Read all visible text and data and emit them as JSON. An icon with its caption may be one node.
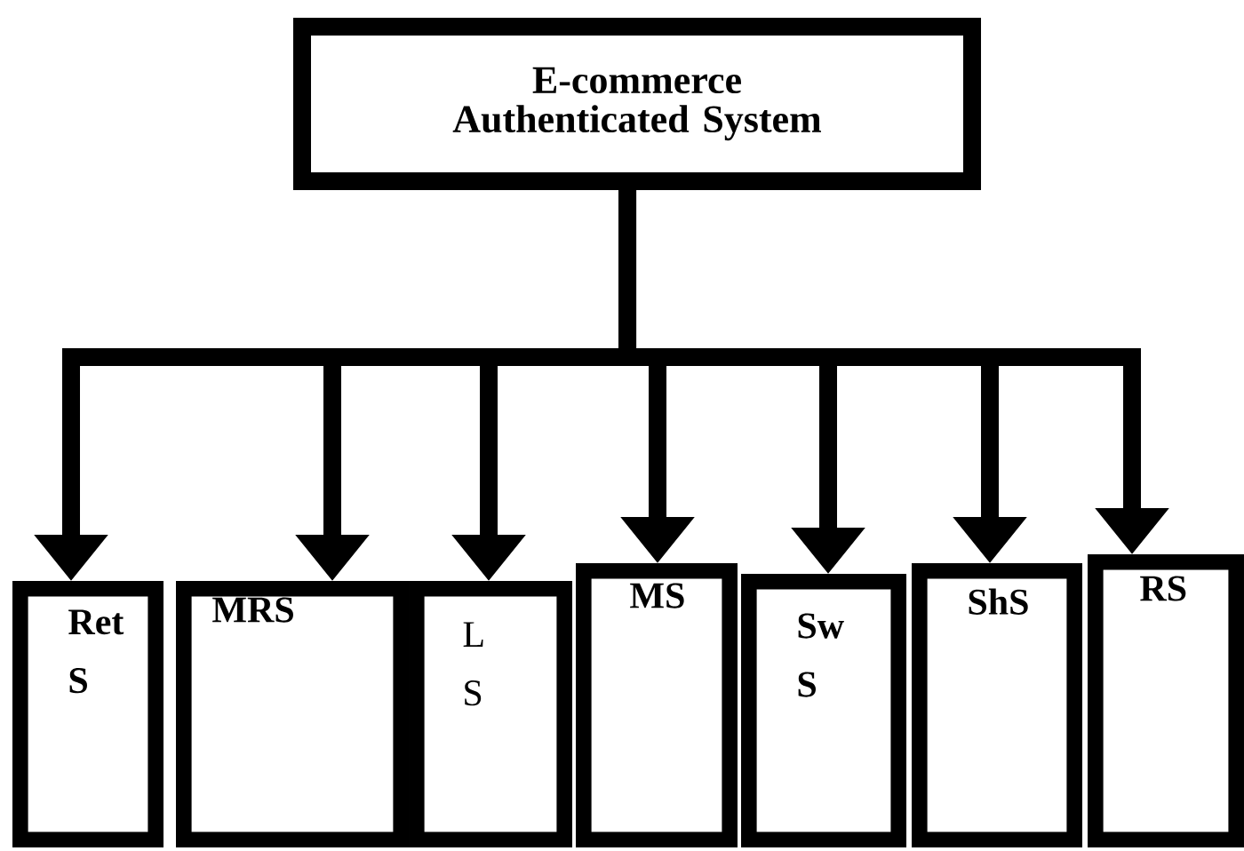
{
  "diagram": {
    "nodes": [
      {
        "text": [
          "E-commerce Authenticated System"
        ]
      },
      {
        "text": [
          "Ret S"
        ]
      },
      {
        "text": [
          "MRS"
        ]
      },
      {
        "text": [
          "L S"
        ]
      },
      {
        "text": [
          "MS"
        ]
      },
      {
        "text": [
          "Sw S"
        ]
      },
      {
        "text": [
          "ShS"
        ]
      },
      {
        "text": [
          "RS"
        ]
      }
    ],
    "edges": [
      {
        "from": 0,
        "to": 1,
        "arrow": "to"
      },
      {
        "from": 0,
        "to": 2,
        "arrow": "to"
      },
      {
        "from": 0,
        "to": 3,
        "arrow": "to"
      },
      {
        "from": 0,
        "to": 4,
        "arrow": "to"
      },
      {
        "from": 0,
        "to": 5,
        "arrow": "to"
      },
      {
        "from": 0,
        "to": 6,
        "arrow": "to"
      },
      {
        "from": 0,
        "to": 7,
        "arrow": "to"
      }
    ]
  }
}
